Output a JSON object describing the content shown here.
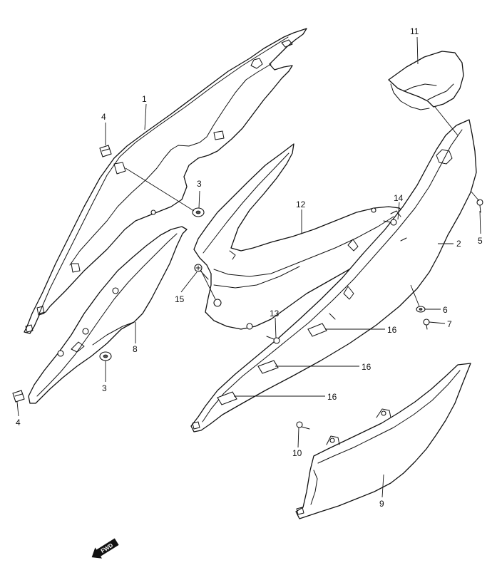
{
  "callouts": {
    "c1": "1",
    "c2": "2",
    "c3a": "3",
    "c3b": "3",
    "c4a": "4",
    "c4b": "4",
    "c5": "5",
    "c6": "6",
    "c7": "7",
    "c8": "8",
    "c9": "9",
    "c10": "10",
    "c11": "11",
    "c12": "12",
    "c13": "13",
    "c14": "14",
    "c15": "15",
    "c16a": "16",
    "c16b": "16",
    "c16c": "16"
  },
  "direction_arrow": {
    "label": "FWD"
  }
}
